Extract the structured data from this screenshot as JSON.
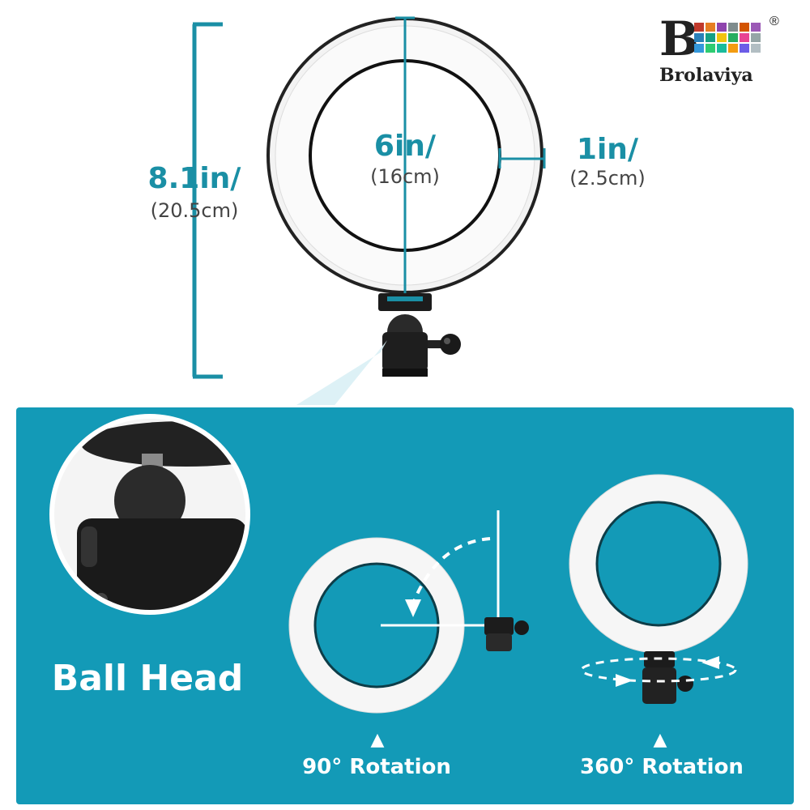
{
  "brand": {
    "initial": "B",
    "name": "Brolaviya",
    "registered_mark": "®",
    "swatch_colors": [
      "#c0392b",
      "#e67e22",
      "#8e44ad",
      "#7f8c8d",
      "#d35400",
      "#9b59b6",
      "#2980b9",
      "#16a085",
      "#f1c40f",
      "#27ae60",
      "#e84393",
      "#95a5a6",
      "#3498db",
      "#2ecc71",
      "#1abc9c",
      "#f39c12",
      "#6c5ce7",
      "#b2bec3"
    ]
  },
  "dimensions": {
    "height_in": "8.1in/",
    "height_cm": "(20.5cm)",
    "inner_in": "6in/",
    "inner_cm": "(16cm)",
    "width_in": "1in/",
    "width_cm": "(2.5cm)"
  },
  "panel": {
    "ball_head_label": "Ball Head",
    "rotation_90_label": "90° Rotation",
    "rotation_360_label": "360° Rotation",
    "marker_glyph": "▲"
  },
  "colors": {
    "accent": "#1a8fa5",
    "panel": "#139ab7"
  }
}
